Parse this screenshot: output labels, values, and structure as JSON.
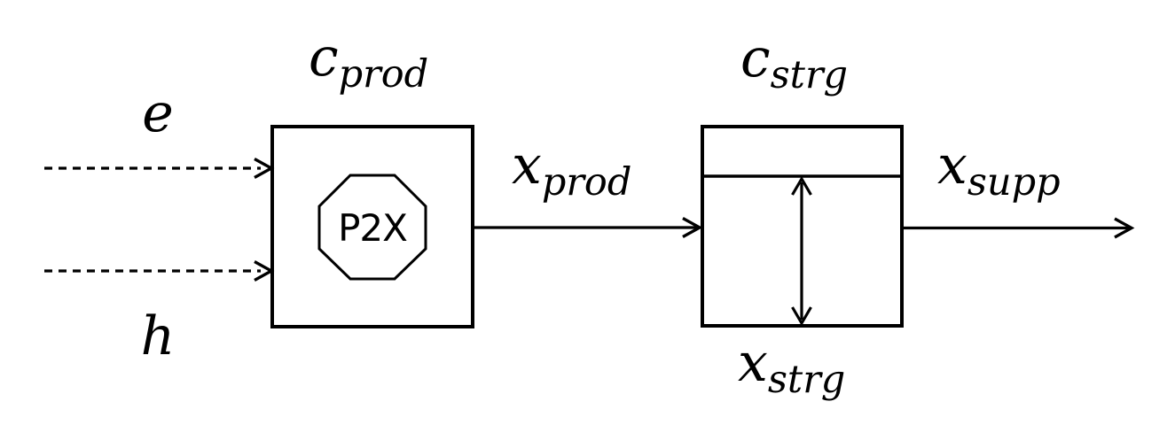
{
  "diagram": {
    "background_color": "#ffffff",
    "stroke_color": "#000000",
    "inputs": {
      "electricity_label": "e",
      "heat_label": "h"
    },
    "production_block": {
      "cost_label_main": "c",
      "cost_label_sub": "prod",
      "unit_name": "P2X"
    },
    "production_flow": {
      "label_main": "x",
      "label_sub": "prod"
    },
    "storage_block": {
      "cost_label_main": "c",
      "cost_label_sub": "strg",
      "level_label_main": "x",
      "level_label_sub": "strg"
    },
    "supply_flow": {
      "label_main": "x",
      "label_sub": "supp"
    }
  }
}
